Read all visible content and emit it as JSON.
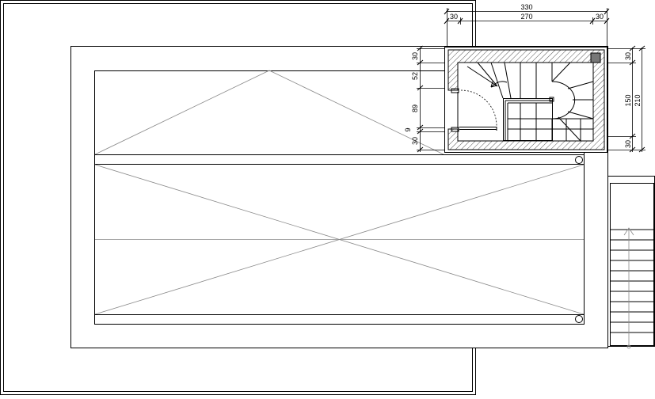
{
  "drawing": {
    "top_dimensions": {
      "overall": "330",
      "left": "30",
      "middle": "270",
      "right": "30"
    },
    "left_dimensions": {
      "d1": "30",
      "d2": "52",
      "d3": "89",
      "d4": "9",
      "d5": "30"
    },
    "right_dimensions": {
      "d1": "30",
      "d2": "150",
      "d3": "30",
      "overall": "210"
    }
  },
  "colors": {
    "line": "#000000",
    "hairline": "#8a8a8a",
    "hatch": "#555555",
    "post_fill": "#777777"
  }
}
